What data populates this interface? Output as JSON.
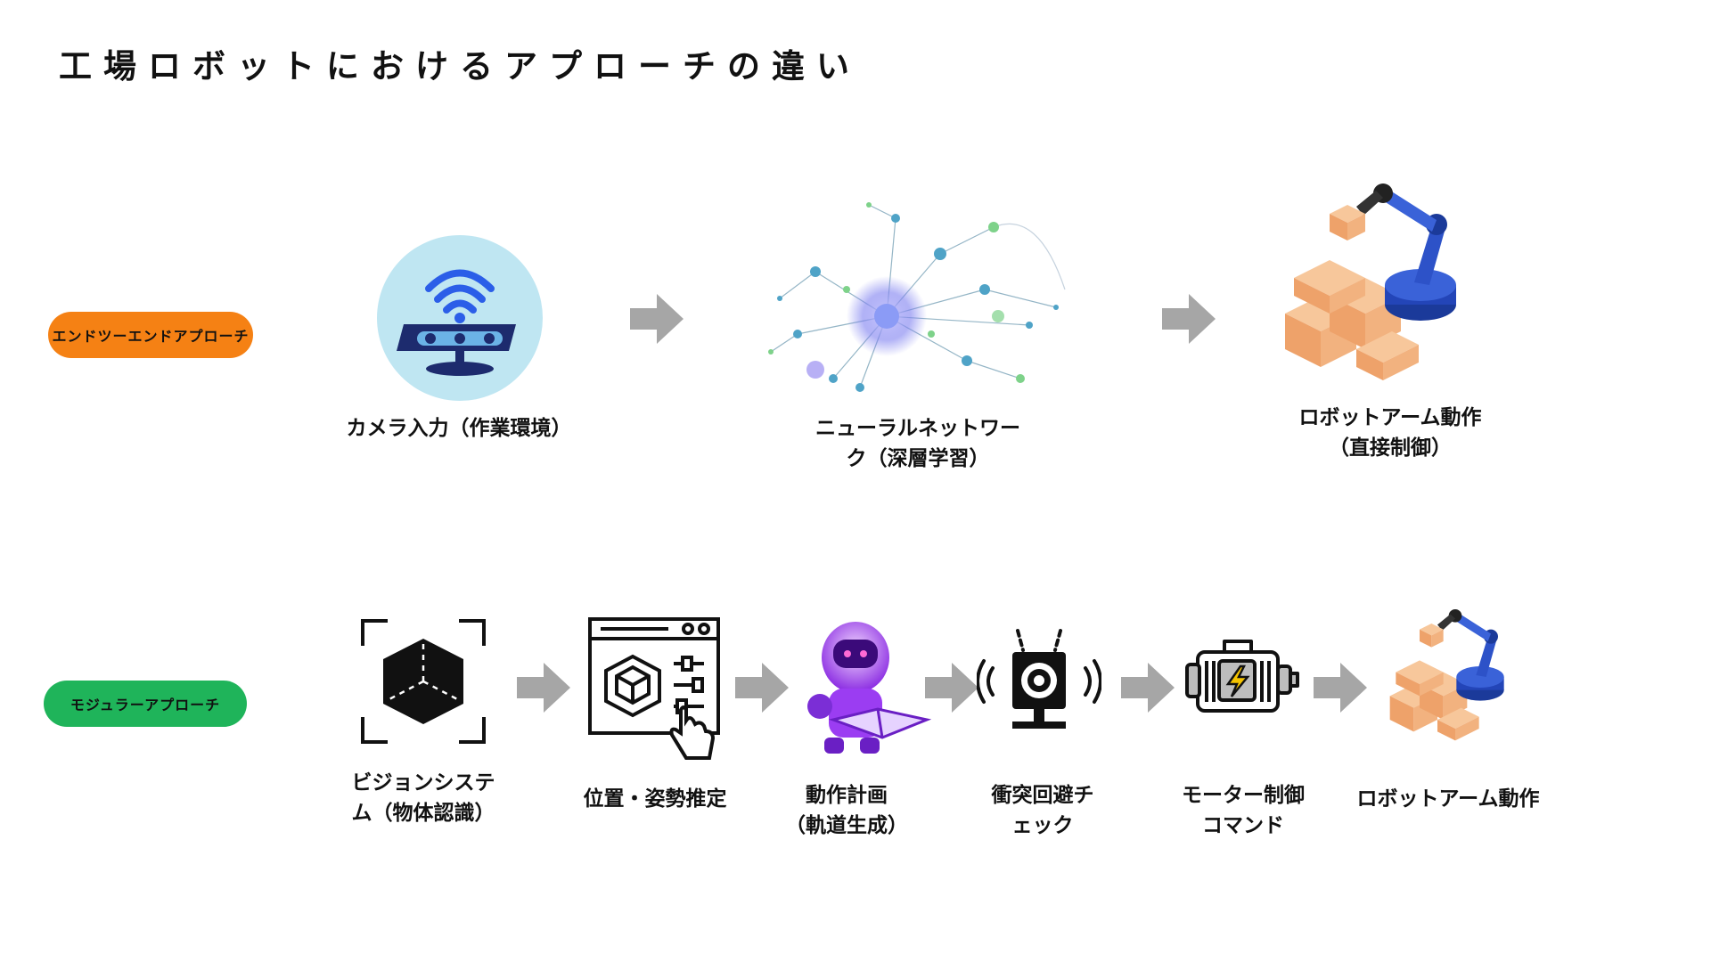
{
  "title": "工場ロボットにおけるアプローチの違い",
  "rows": [
    {
      "label": "エンドツーエンドアプローチ",
      "color": "#f58114",
      "steps": [
        {
          "label": "カメラ入力（作業環境）",
          "icon": "camera-sensor-icon"
        },
        {
          "label": "ニューラルネットワー\nク（深層学習）",
          "icon": "neural-network-icon"
        },
        {
          "label": "ロボットアーム動作\n（直接制御）",
          "icon": "robot-arm-icon"
        }
      ]
    },
    {
      "label": "モジュラーアプローチ",
      "color": "#1fb45a",
      "steps": [
        {
          "label": "ビジョンシステ\nム（物体認識）",
          "icon": "object-recognition-icon"
        },
        {
          "label": "位置・姿勢推定",
          "icon": "pose-estimation-icon"
        },
        {
          "label": "動作計画\n（軌道生成）",
          "icon": "robot-planning-icon"
        },
        {
          "label": "衝突回避チ\nェック",
          "icon": "collision-sensor-icon"
        },
        {
          "label": "モーター制御\nコマンド",
          "icon": "motor-icon"
        },
        {
          "label": "ロボットアーム動作",
          "icon": "robot-arm-icon"
        }
      ]
    }
  ],
  "arrow_color": "#a6a6a6"
}
